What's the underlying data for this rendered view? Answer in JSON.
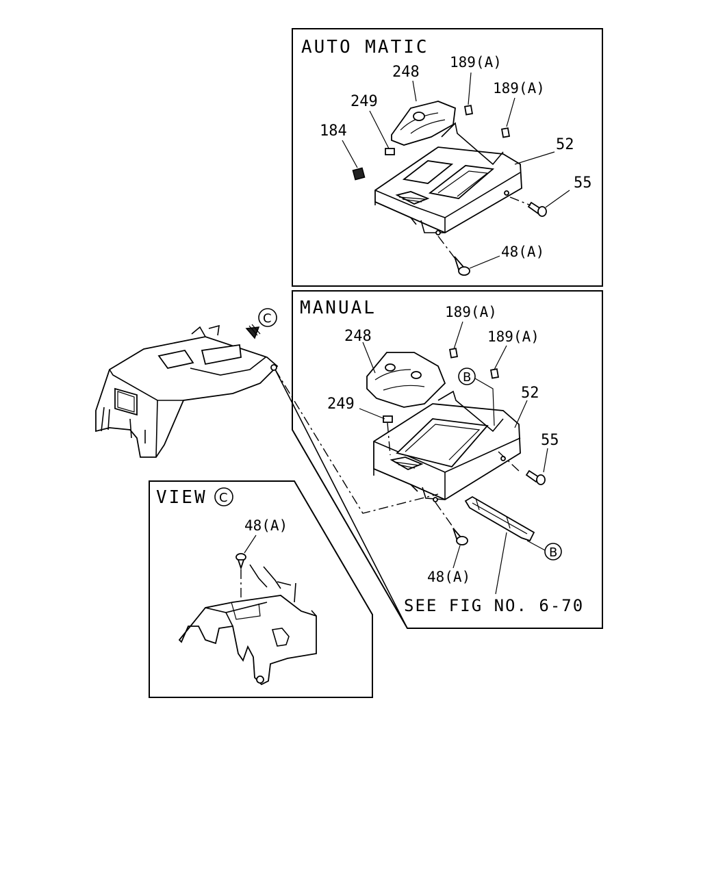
{
  "auto": {
    "title": "AUTO MATIC",
    "labels": {
      "p248": "248",
      "p249": "249",
      "p184": "184",
      "p189a": "189(A)",
      "p189b": "189(A)",
      "p52": "52",
      "p55": "55",
      "p48": "48(A)"
    }
  },
  "manual": {
    "title": "MANUAL",
    "labels": {
      "p189a": "189(A)",
      "p248": "248",
      "p189b": "189(A)",
      "p52": "52",
      "p249": "249",
      "p55": "55",
      "p48": "48(A)",
      "see": "SEE FIG NO. 6-70"
    },
    "callout_b": "B"
  },
  "view": {
    "title": "VIEW",
    "callout_c": "C",
    "p48": "48(A)"
  },
  "console": {
    "callout_c": "C"
  }
}
